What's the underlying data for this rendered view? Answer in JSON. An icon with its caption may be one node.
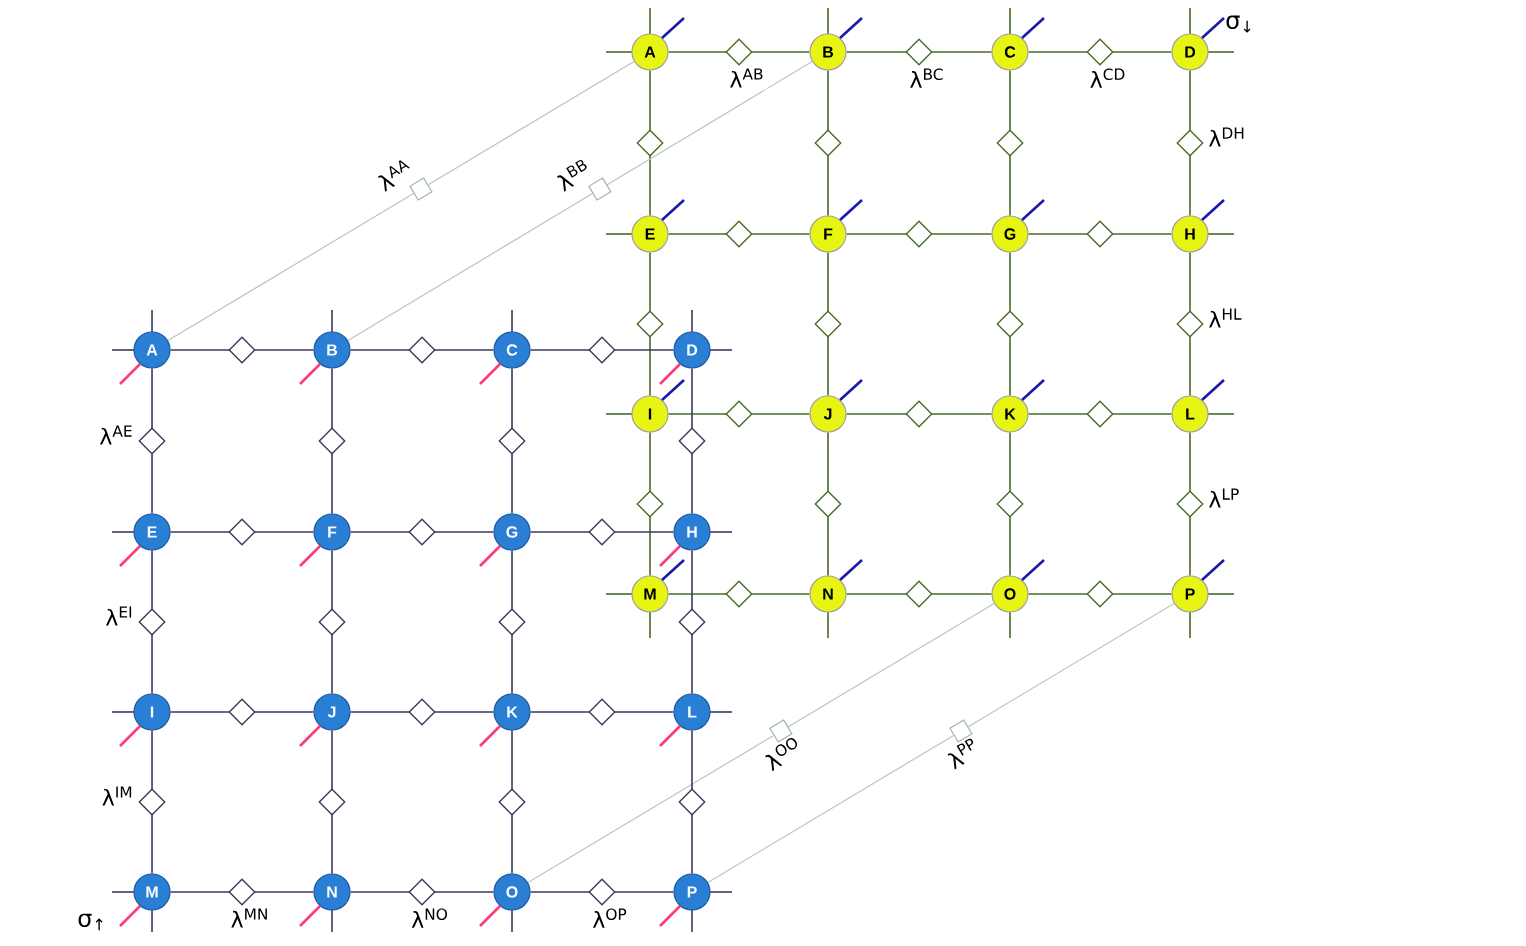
{
  "diagram": {
    "nodes": [
      {
        "text": [
          "A"
        ]
      },
      {
        "text": [
          "B"
        ]
      },
      {
        "text": [
          "C"
        ]
      },
      {
        "text": [
          "D"
        ]
      },
      {
        "text": [
          "E"
        ]
      },
      {
        "text": [
          "F"
        ]
      },
      {
        "text": [
          "G"
        ]
      },
      {
        "text": [
          "H"
        ]
      },
      {
        "text": [
          "I"
        ]
      },
      {
        "text": [
          "J"
        ]
      },
      {
        "text": [
          "K"
        ]
      },
      {
        "text": [
          "L"
        ]
      },
      {
        "text": [
          "M"
        ]
      },
      {
        "text": [
          "N"
        ]
      },
      {
        "text": [
          "O"
        ]
      },
      {
        "text": [
          "P"
        ]
      },
      {
        "text": [
          "A"
        ]
      },
      {
        "text": [
          "B"
        ]
      },
      {
        "text": [
          "C"
        ]
      },
      {
        "text": [
          "D"
        ]
      },
      {
        "text": [
          "E"
        ]
      },
      {
        "text": [
          "F"
        ]
      },
      {
        "text": [
          "G"
        ]
      },
      {
        "text": [
          "H"
        ]
      },
      {
        "text": [
          "I"
        ]
      },
      {
        "text": [
          "J"
        ]
      },
      {
        "text": [
          "K"
        ]
      },
      {
        "text": [
          "L"
        ]
      },
      {
        "text": [
          "M"
        ]
      },
      {
        "text": [
          "N"
        ]
      },
      {
        "text": [
          "O"
        ]
      },
      {
        "text": [
          "P"
        ]
      },
      {
        "text": [],
        "shape": "box",
        "beside": [
          "λ$^{AA}$"
        ]
      },
      {
        "text": [],
        "shape": "box",
        "beside": [
          "λ$^{BB}$"
        ]
      },
      {
        "text": [],
        "shape": "box",
        "beside": [
          "λ$^{OO}$"
        ]
      },
      {
        "text": [],
        "shape": "box",
        "beside": [
          "λ$^{PP}$"
        ]
      }
    ],
    "edges": [
      {
        "from": 0,
        "to": 1,
        "arrow": "none"
      },
      {
        "from": 1,
        "to": 2,
        "arrow": "none"
      },
      {
        "from": 2,
        "to": 3,
        "arrow": "none"
      },
      {
        "from": 4,
        "to": 5,
        "arrow": "none"
      },
      {
        "from": 5,
        "to": 6,
        "arrow": "none"
      },
      {
        "from": 6,
        "to": 7,
        "arrow": "none"
      },
      {
        "from": 8,
        "to": 9,
        "arrow": "none"
      },
      {
        "from": 9,
        "to": 10,
        "arrow": "none"
      },
      {
        "from": 10,
        "to": 11,
        "arrow": "none"
      },
      {
        "from": 12,
        "to": 13,
        "arrow": "none",
        "label": "λ$^{MN}$"
      },
      {
        "from": 13,
        "to": 14,
        "arrow": "none",
        "label": "λ$^{NO}$"
      },
      {
        "from": 14,
        "to": 15,
        "arrow": "none",
        "label": "λ$^{OP}$"
      },
      {
        "from": 0,
        "to": 4,
        "arrow": "none",
        "label": "λ$^{AE}$"
      },
      {
        "from": 1,
        "to": 5,
        "arrow": "none"
      },
      {
        "from": 2,
        "to": 6,
        "arrow": "none"
      },
      {
        "from": 3,
        "to": 7,
        "arrow": "none"
      },
      {
        "from": 4,
        "to": 8,
        "arrow": "none",
        "label": "λ$^{EI}$"
      },
      {
        "from": 5,
        "to": 9,
        "arrow": "none"
      },
      {
        "from": 6,
        "to": 10,
        "arrow": "none"
      },
      {
        "from": 7,
        "to": 11,
        "arrow": "none"
      },
      {
        "from": 8,
        "to": 12,
        "arrow": "none",
        "label": "λ$^{IM}$"
      },
      {
        "from": 9,
        "to": 13,
        "arrow": "none"
      },
      {
        "from": 10,
        "to": 14,
        "arrow": "none"
      },
      {
        "from": 11,
        "to": 15,
        "arrow": "none"
      },
      {
        "from": 16,
        "to": 17,
        "arrow": "none",
        "label": "λ$^{AB}$",
        "color": "#4a6b2a"
      },
      {
        "from": 17,
        "to": 18,
        "arrow": "none",
        "label": "λ$^{BC}$",
        "color": "#4a6b2a"
      },
      {
        "from": 18,
        "to": 19,
        "arrow": "none",
        "label": "λ$^{CD}$",
        "color": "#4a6b2a"
      },
      {
        "from": 20,
        "to": 21,
        "arrow": "none",
        "color": "#4a6b2a"
      },
      {
        "from": 21,
        "to": 22,
        "arrow": "none",
        "color": "#4a6b2a"
      },
      {
        "from": 22,
        "to": 23,
        "arrow": "none",
        "color": "#4a6b2a"
      },
      {
        "from": 24,
        "to": 25,
        "arrow": "none",
        "color": "#4a6b2a"
      },
      {
        "from": 25,
        "to": 26,
        "arrow": "none",
        "color": "#4a6b2a"
      },
      {
        "from": 26,
        "to": 27,
        "arrow": "none",
        "color": "#4a6b2a"
      },
      {
        "from": 28,
        "to": 29,
        "arrow": "none",
        "color": "#4a6b2a"
      },
      {
        "from": 29,
        "to": 30,
        "arrow": "none",
        "color": "#4a6b2a"
      },
      {
        "from": 30,
        "to": 31,
        "arrow": "none",
        "color": "#4a6b2a"
      },
      {
        "from": 16,
        "to": 20,
        "arrow": "none",
        "color": "#4a6b2a"
      },
      {
        "from": 17,
        "to": 21,
        "arrow": "none",
        "color": "#4a6b2a"
      },
      {
        "from": 18,
        "to": 22,
        "arrow": "none",
        "color": "#4a6b2a"
      },
      {
        "from": 19,
        "to": 23,
        "arrow": "none",
        "label": "λ$^{DH}$",
        "color": "#4a6b2a"
      },
      {
        "from": 20,
        "to": 24,
        "arrow": "none",
        "color": "#4a6b2a"
      },
      {
        "from": 21,
        "to": 25,
        "arrow": "none",
        "color": "#4a6b2a"
      },
      {
        "from": 22,
        "to": 26,
        "arrow": "none",
        "color": "#4a6b2a"
      },
      {
        "from": 23,
        "to": 27,
        "arrow": "none",
        "label": "λ$^{HL}$",
        "color": "#4a6b2a"
      },
      {
        "from": 24,
        "to": 28,
        "arrow": "none",
        "color": "#4a6b2a"
      },
      {
        "from": 25,
        "to": 29,
        "arrow": "none",
        "color": "#4a6b2a"
      },
      {
        "from": 26,
        "to": 30,
        "arrow": "none",
        "color": "#4a6b2a"
      },
      {
        "from": 27,
        "to": 31,
        "arrow": "none",
        "label": "λ$^{LP}$",
        "color": "#4a6b2a"
      },
      {
        "from": 0,
        "to": 32,
        "arrow": "none",
        "color": "#b4c8c4"
      },
      {
        "from": 32,
        "to": 16,
        "arrow": "none",
        "color": "#b4c8c4"
      },
      {
        "from": 1,
        "to": 33,
        "arrow": "none",
        "color": "#b4c8c4"
      },
      {
        "from": 33,
        "to": 17,
        "arrow": "none",
        "color": "#b4c8c4"
      },
      {
        "from": 14,
        "to": 34,
        "arrow": "none",
        "color": "#b4c8c4"
      },
      {
        "from": 34,
        "to": 30,
        "arrow": "none",
        "color": "#b4c8c4"
      },
      {
        "from": 15,
        "to": 35,
        "arrow": "none",
        "color": "#b4c8c4"
      },
      {
        "from": 35,
        "to": 31,
        "arrow": "none",
        "color": "#b4c8c4"
      }
    ],
    "labels": [
      "σ$_{↓}$",
      "σ$_{↑}$"
    ]
  }
}
